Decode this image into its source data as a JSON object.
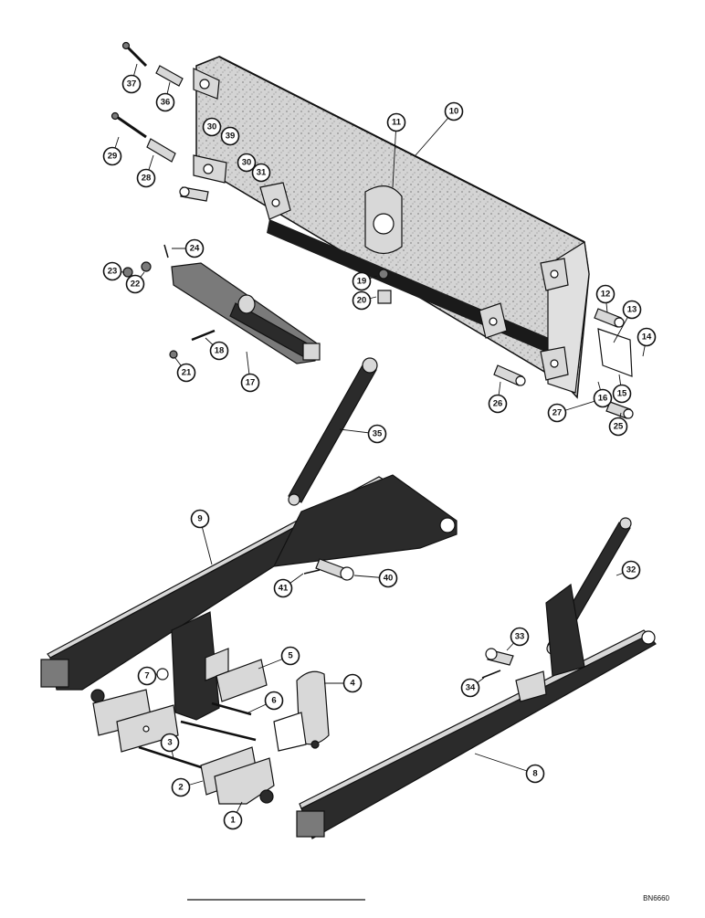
{
  "diagram": {
    "drawing_code": "BN6660",
    "callouts": [
      {
        "id": "c1",
        "label": "1"
      },
      {
        "id": "c2",
        "label": "2"
      },
      {
        "id": "c3",
        "label": "3"
      },
      {
        "id": "c4",
        "label": "4"
      },
      {
        "id": "c5",
        "label": "5"
      },
      {
        "id": "c6",
        "label": "6"
      },
      {
        "id": "c7",
        "label": "7"
      },
      {
        "id": "c8",
        "label": "8"
      },
      {
        "id": "c9",
        "label": "9"
      },
      {
        "id": "c10",
        "label": "10"
      },
      {
        "id": "c11",
        "label": "11"
      },
      {
        "id": "c12",
        "label": "12"
      },
      {
        "id": "c13",
        "label": "13"
      },
      {
        "id": "c14",
        "label": "14"
      },
      {
        "id": "c15",
        "label": "15"
      },
      {
        "id": "c16",
        "label": "16"
      },
      {
        "id": "c17",
        "label": "17"
      },
      {
        "id": "c18",
        "label": "18"
      },
      {
        "id": "c19",
        "label": "19"
      },
      {
        "id": "c20",
        "label": "20"
      },
      {
        "id": "c21",
        "label": "21"
      },
      {
        "id": "c22",
        "label": "22"
      },
      {
        "id": "c23",
        "label": "23"
      },
      {
        "id": "c24",
        "label": "24"
      },
      {
        "id": "c25",
        "label": "25"
      },
      {
        "id": "c26",
        "label": "26"
      },
      {
        "id": "c27",
        "label": "27"
      },
      {
        "id": "c28",
        "label": "28"
      },
      {
        "id": "c29",
        "label": "29"
      },
      {
        "id": "c30a",
        "label": "30"
      },
      {
        "id": "c30b",
        "label": "30"
      },
      {
        "id": "c31",
        "label": "31"
      },
      {
        "id": "c32",
        "label": "32"
      },
      {
        "id": "c33",
        "label": "33"
      },
      {
        "id": "c34",
        "label": "34"
      },
      {
        "id": "c35",
        "label": "35"
      },
      {
        "id": "c36",
        "label": "36"
      },
      {
        "id": "c37",
        "label": "37"
      },
      {
        "id": "c39",
        "label": "39"
      },
      {
        "id": "c40",
        "label": "40"
      },
      {
        "id": "c41",
        "label": "41"
      }
    ]
  }
}
